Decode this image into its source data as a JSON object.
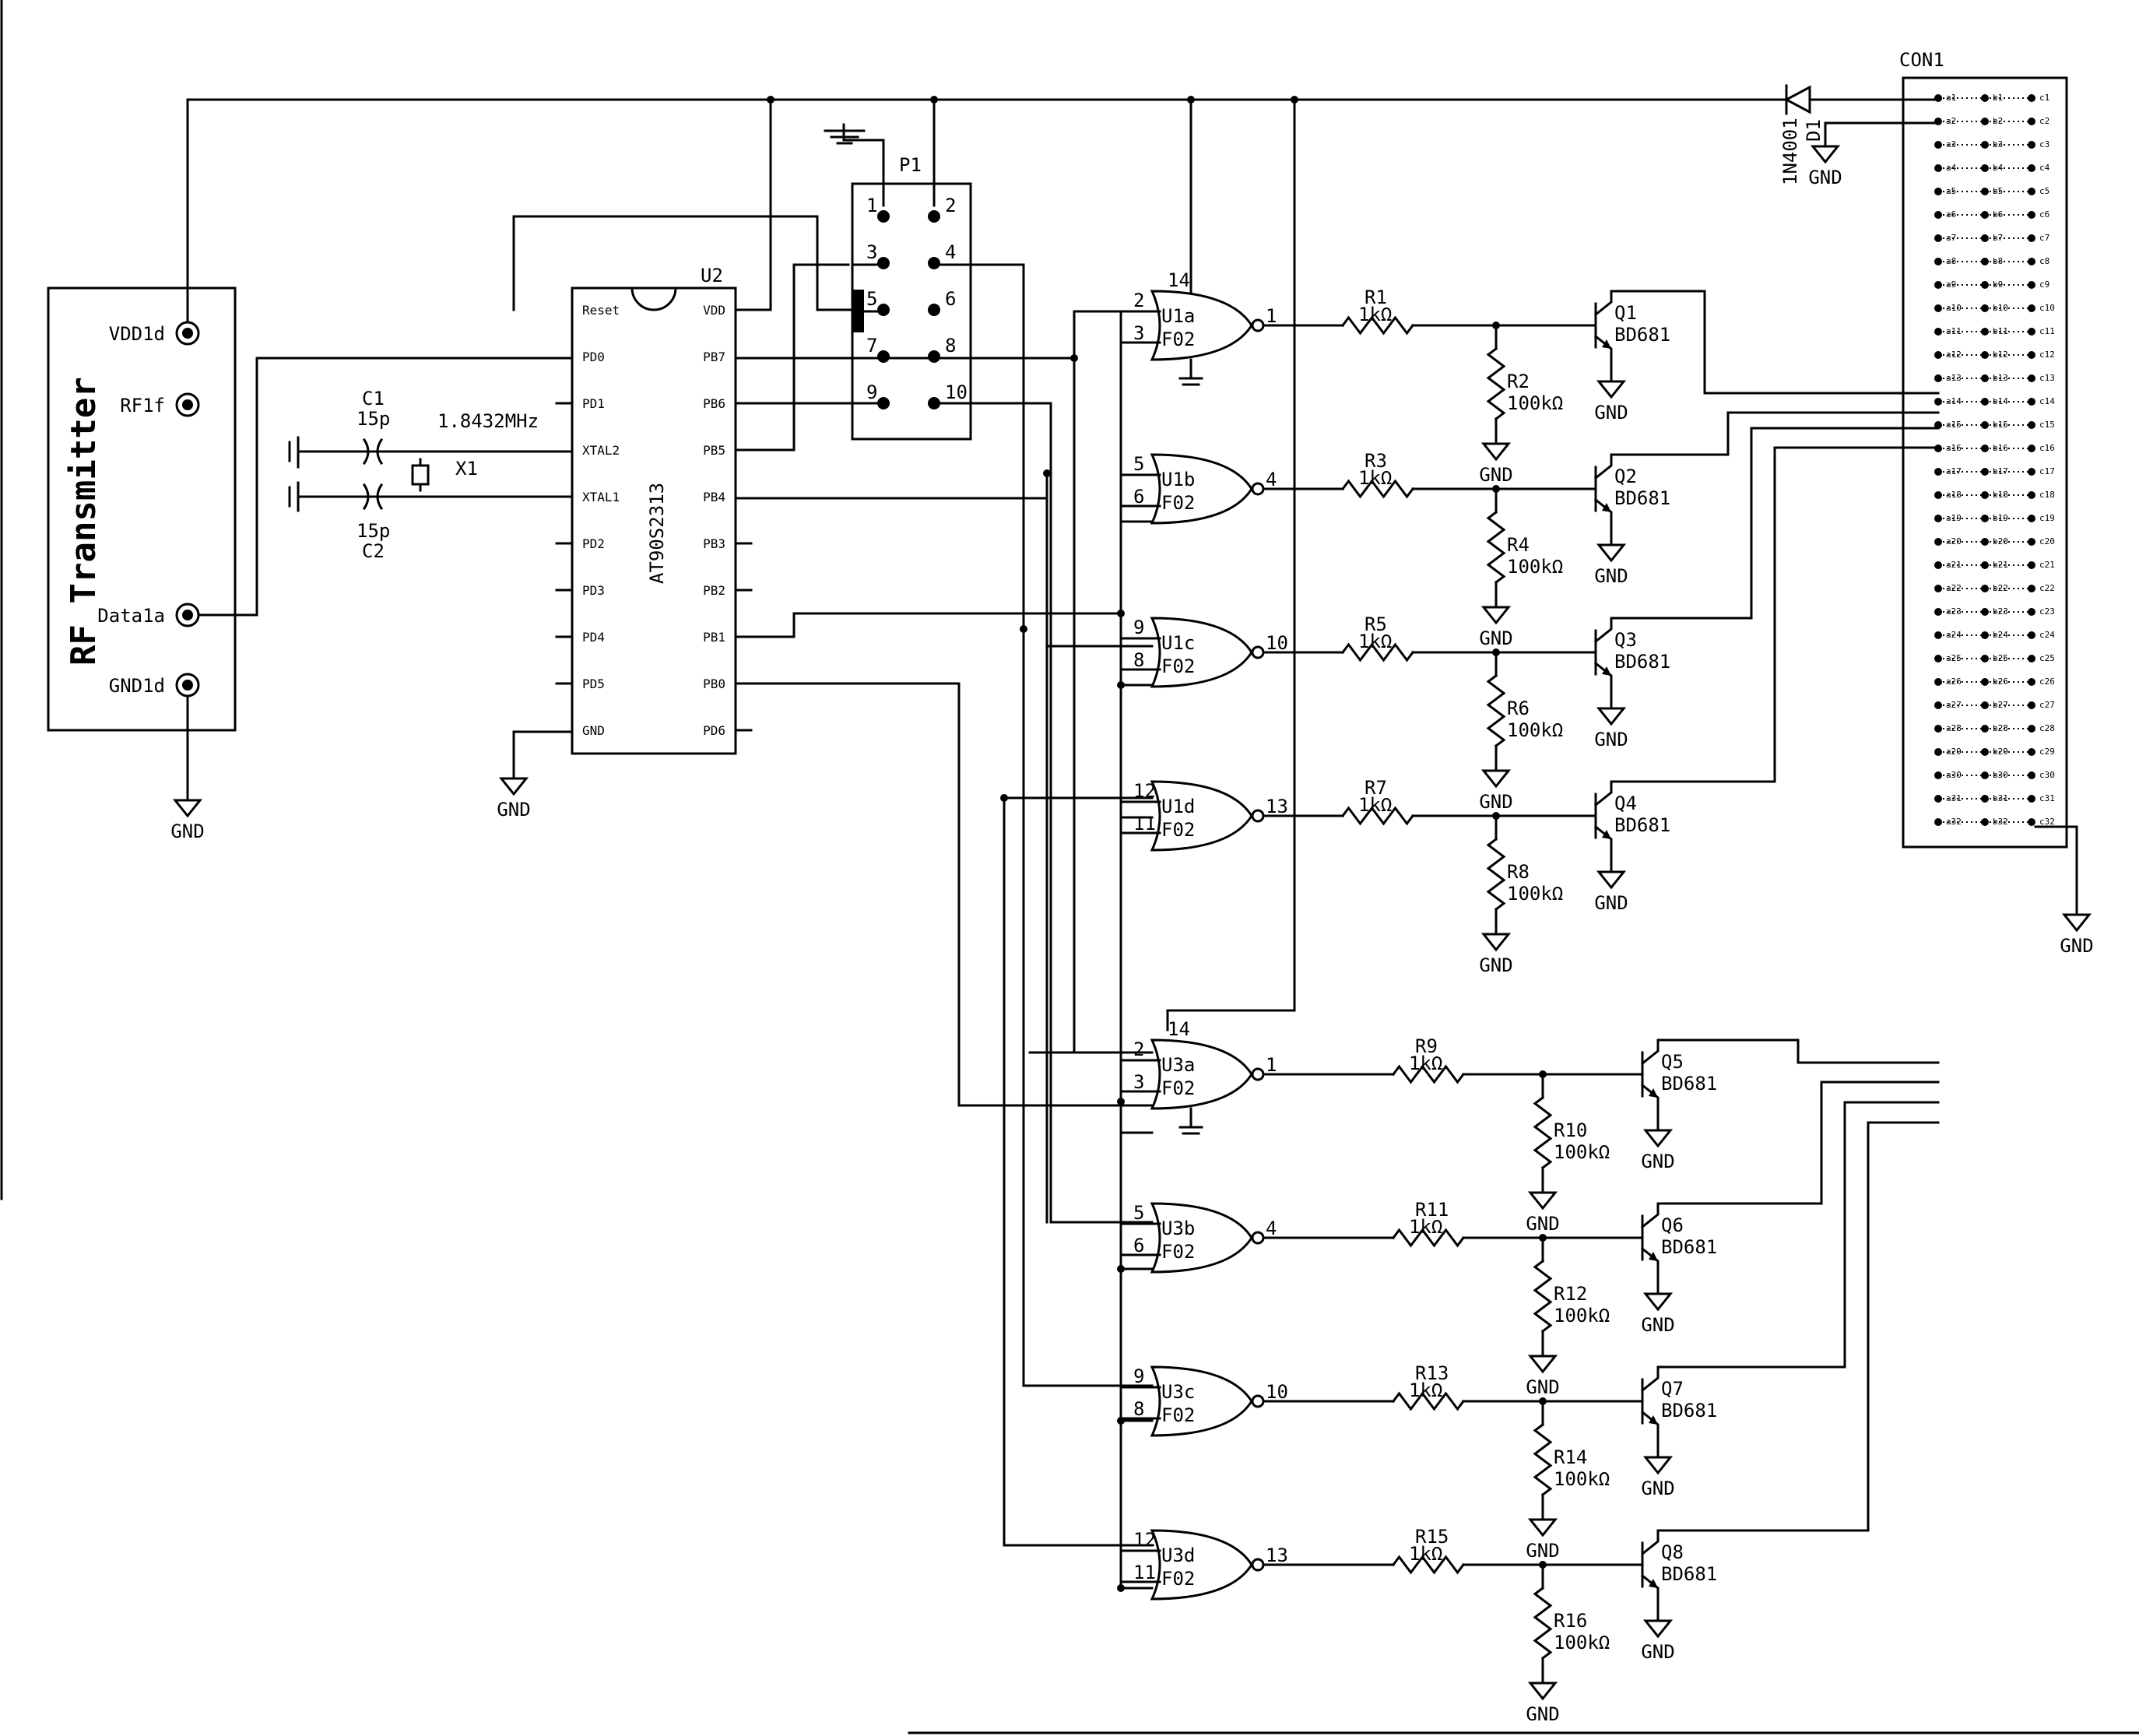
{
  "transmitter": {
    "title": "RF Transmitter",
    "pins": [
      "VDD1d",
      "RF1f",
      "Data1a",
      "GND1d"
    ],
    "gnd": "GND"
  },
  "mcu": {
    "ref": "U2",
    "part": "AT90S2313",
    "left_pins": [
      "Reset",
      "PD0",
      "PD1",
      "XTAL2",
      "XTAL1",
      "PD2",
      "PD3",
      "PD4",
      "PD5",
      "GND"
    ],
    "right_pins": [
      "VDD",
      "PB7",
      "PB6",
      "PB5",
      "PB4",
      "PB3",
      "PB2",
      "PB1",
      "PB0",
      "PD6"
    ],
    "gnd": "GND"
  },
  "crystal": {
    "c1_ref": "C1",
    "c1_val": "15p",
    "c2_ref": "C2",
    "c2_val": "15p",
    "freq": "1.8432MHz",
    "ref": "X1"
  },
  "header": {
    "ref": "P1",
    "pins": [
      "1",
      "2",
      "3",
      "4",
      "5",
      "6",
      "7",
      "8",
      "9",
      "10"
    ]
  },
  "gates": [
    {
      "name": "U1a",
      "part": "F02",
      "in1": "2",
      "in2": "3",
      "out": "1",
      "vcc": "14"
    },
    {
      "name": "U1b",
      "part": "F02",
      "in1": "5",
      "in2": "6",
      "out": "4"
    },
    {
      "name": "U1c",
      "part": "F02",
      "in1": "9",
      "in2": "8",
      "out": "10"
    },
    {
      "name": "U1d",
      "part": "F02",
      "in1": "12",
      "in2": "11",
      "out": "13"
    },
    {
      "name": "U3a",
      "part": "F02",
      "in1": "2",
      "in2": "3",
      "out": "1",
      "vcc": "14"
    },
    {
      "name": "U3b",
      "part": "F02",
      "in1": "5",
      "in2": "6",
      "out": "4"
    },
    {
      "name": "U3c",
      "part": "F02",
      "in1": "9",
      "in2": "8",
      "out": "10"
    },
    {
      "name": "U3d",
      "part": "F02",
      "in1": "12",
      "in2": "11",
      "out": "13"
    }
  ],
  "channels": [
    {
      "rs": "R1",
      "rsv": "1kΩ",
      "rp": "R2",
      "rpv": "100kΩ",
      "q": "Q1",
      "qp": "BD681"
    },
    {
      "rs": "R3",
      "rsv": "1kΩ",
      "rp": "R4",
      "rpv": "100kΩ",
      "q": "Q2",
      "qp": "BD681"
    },
    {
      "rs": "R5",
      "rsv": "1kΩ",
      "rp": "R6",
      "rpv": "100kΩ",
      "q": "Q3",
      "qp": "BD681"
    },
    {
      "rs": "R7",
      "rsv": "1kΩ",
      "rp": "R8",
      "rpv": "100kΩ",
      "q": "Q4",
      "qp": "BD681"
    },
    {
      "rs": "R9",
      "rsv": "1kΩ",
      "rp": "R10",
      "rpv": "100kΩ",
      "q": "Q5",
      "qp": "BD681"
    },
    {
      "rs": "R11",
      "rsv": "1kΩ",
      "rp": "R12",
      "rpv": "100kΩ",
      "q": "Q6",
      "qp": "BD681"
    },
    {
      "rs": "R13",
      "rsv": "1kΩ",
      "rp": "R14",
      "rpv": "100kΩ",
      "q": "Q7",
      "qp": "BD681"
    },
    {
      "rs": "R15",
      "rsv": "1kΩ",
      "rp": "R16",
      "rpv": "100kΩ",
      "q": "Q8",
      "qp": "BD681"
    }
  ],
  "connector": {
    "ref": "CON1",
    "rows": [
      "1",
      "2",
      "3",
      "4",
      "5",
      "6",
      "7",
      "8",
      "9",
      "10",
      "11",
      "12",
      "13",
      "14",
      "15",
      "16",
      "17",
      "18",
      "19",
      "20",
      "21",
      "22",
      "23",
      "24",
      "25",
      "26",
      "27",
      "28",
      "29",
      "30",
      "31",
      "32"
    ],
    "col_prefixes": [
      "a",
      "b",
      "c"
    ]
  },
  "diode": {
    "ref": "D1",
    "part": "1N4001"
  },
  "gnd_label": "GND"
}
